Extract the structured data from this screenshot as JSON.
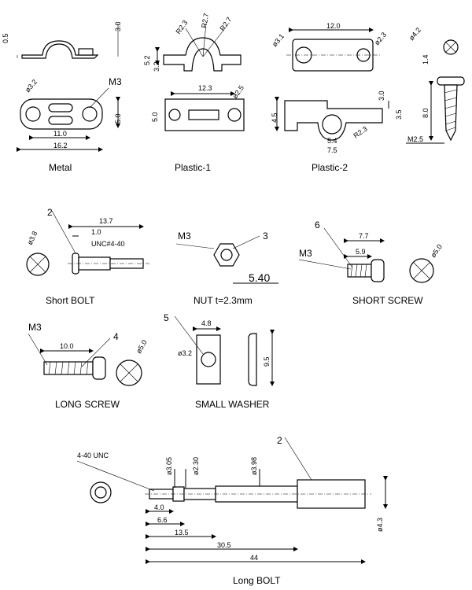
{
  "labels": {
    "metal": "Metal",
    "plastic1": "Plastic-1",
    "plastic2": "Plastic-2",
    "short_bolt": "Short BOLT",
    "nut": "NUT  t=2.3mm",
    "short_screw": "SHORT SCREW",
    "long_screw": "LONG SCREW",
    "small_washer": "SMALL WASHER",
    "long_bolt": "Long BOLT"
  },
  "callouts": {
    "short_bolt_num": "2",
    "nut_num": "3",
    "short_screw_num": "6",
    "long_screw_num": "4",
    "washer_num": "5",
    "long_bolt_num": "2"
  },
  "dims": {
    "metal_t": "0.5",
    "metal_h": "3.0",
    "metal_hole": "ø3.2",
    "metal_thread": "M3",
    "metal_w": "5.0",
    "metal_c": "11.0",
    "metal_l": "16.2",
    "p1_r1": "R2.3",
    "p1_r2": "R2.7",
    "p1_r3": "R2.7",
    "p1_h1": "5.2",
    "p1_h2": "3.2",
    "p1_c": "12.3",
    "p1_hole": "ø2.5",
    "p1_w": "5.0",
    "p1_l": "12.0",
    "p2_h1": "ø3.1",
    "p2_h2": "ø2.3",
    "p2_a": "4.5",
    "p2_b": "3.0",
    "p2_c": "3.5",
    "p2_r": "R2.3",
    "p2_d": "5.4",
    "p2_e": "7.5",
    "ts_d": "ø4.2",
    "ts_h": "1.4",
    "ts_l": "8.0",
    "ts_m": "M2.5",
    "sb_l": "13.7",
    "sb_h": "1.0",
    "sb_thread": "UNC#4-40",
    "sb_d": "ø3.8",
    "nut_thread": "M3",
    "nut_af": "5.40",
    "ss_l": "7.7",
    "ss_t": "5.9",
    "ss_thread": "M3",
    "ss_d": "ø5.0",
    "ls_thread": "M3",
    "ls_l": "10.0",
    "ls_d": "ø5.0",
    "sw_w": "4.8",
    "sw_hole": "ø3.2",
    "sw_h": "9.5",
    "lb_thread": "4-40 UNC",
    "lb_d1": "ø3.05",
    "lb_d2": "ø2.30",
    "lb_d3": "ø3.98",
    "lb_l1": "4.0",
    "lb_l2": "6.6",
    "lb_l3": "13.5",
    "lb_l4": "30.5",
    "lb_l5": "44",
    "lb_d4": "ø4.3"
  }
}
